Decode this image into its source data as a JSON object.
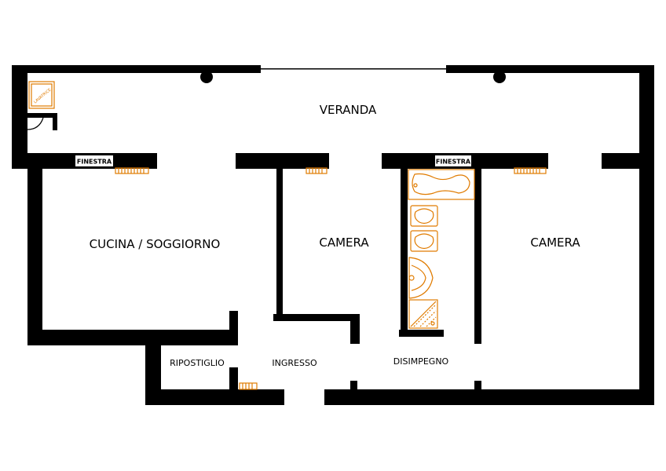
{
  "rooms": {
    "veranda": "VERANDA",
    "kitchen": "CUCINA / SOGGIORNO",
    "bedroom_1": "CAMERA",
    "bedroom_2": "CAMERA",
    "storage": "RIPOSTIGLIO",
    "entrance": "INGRESSO",
    "hallway": "DISIMPEGNO"
  },
  "tags": {
    "window_1": "FINESTRA",
    "window_2": "FINESTRA",
    "laundry": "LAVATRICE"
  },
  "colors": {
    "wall": "#000000",
    "fixture": "#e07b00",
    "background": "#ffffff"
  }
}
